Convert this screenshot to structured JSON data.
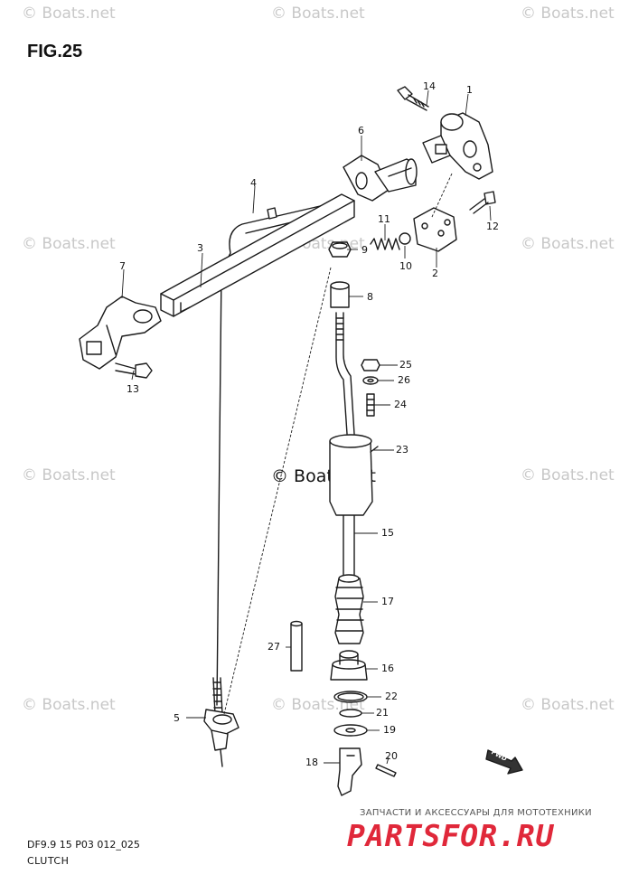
{
  "figure": {
    "title": "FIG.25",
    "code": "DF9.9 15 P03 012_025",
    "caption": "CLUTCH"
  },
  "watermark": {
    "text": "© Boats.net"
  },
  "shop": {
    "tagline": "ЗАПЧАСТИ И АКСЕССУАРЫ ДЛЯ МОТОТЕХНИКИ",
    "logo": "PARTSFOR.RU"
  },
  "fwd_label": "FWD",
  "callouts": {
    "p1": "1",
    "p2": "2",
    "p3": "3",
    "p4": "4",
    "p5": "5",
    "p6": "6",
    "p7": "7",
    "p8": "8",
    "p9": "9",
    "p10": "10",
    "p11": "11",
    "p12": "12",
    "p13": "13",
    "p14": "14",
    "p15": "15",
    "p16": "16",
    "p17": "17",
    "p18": "18",
    "p19": "19",
    "p20": "20",
    "p21": "21",
    "p22": "22",
    "p23": "23",
    "p24": "24",
    "p25": "25",
    "p26": "26",
    "p27": "27"
  }
}
